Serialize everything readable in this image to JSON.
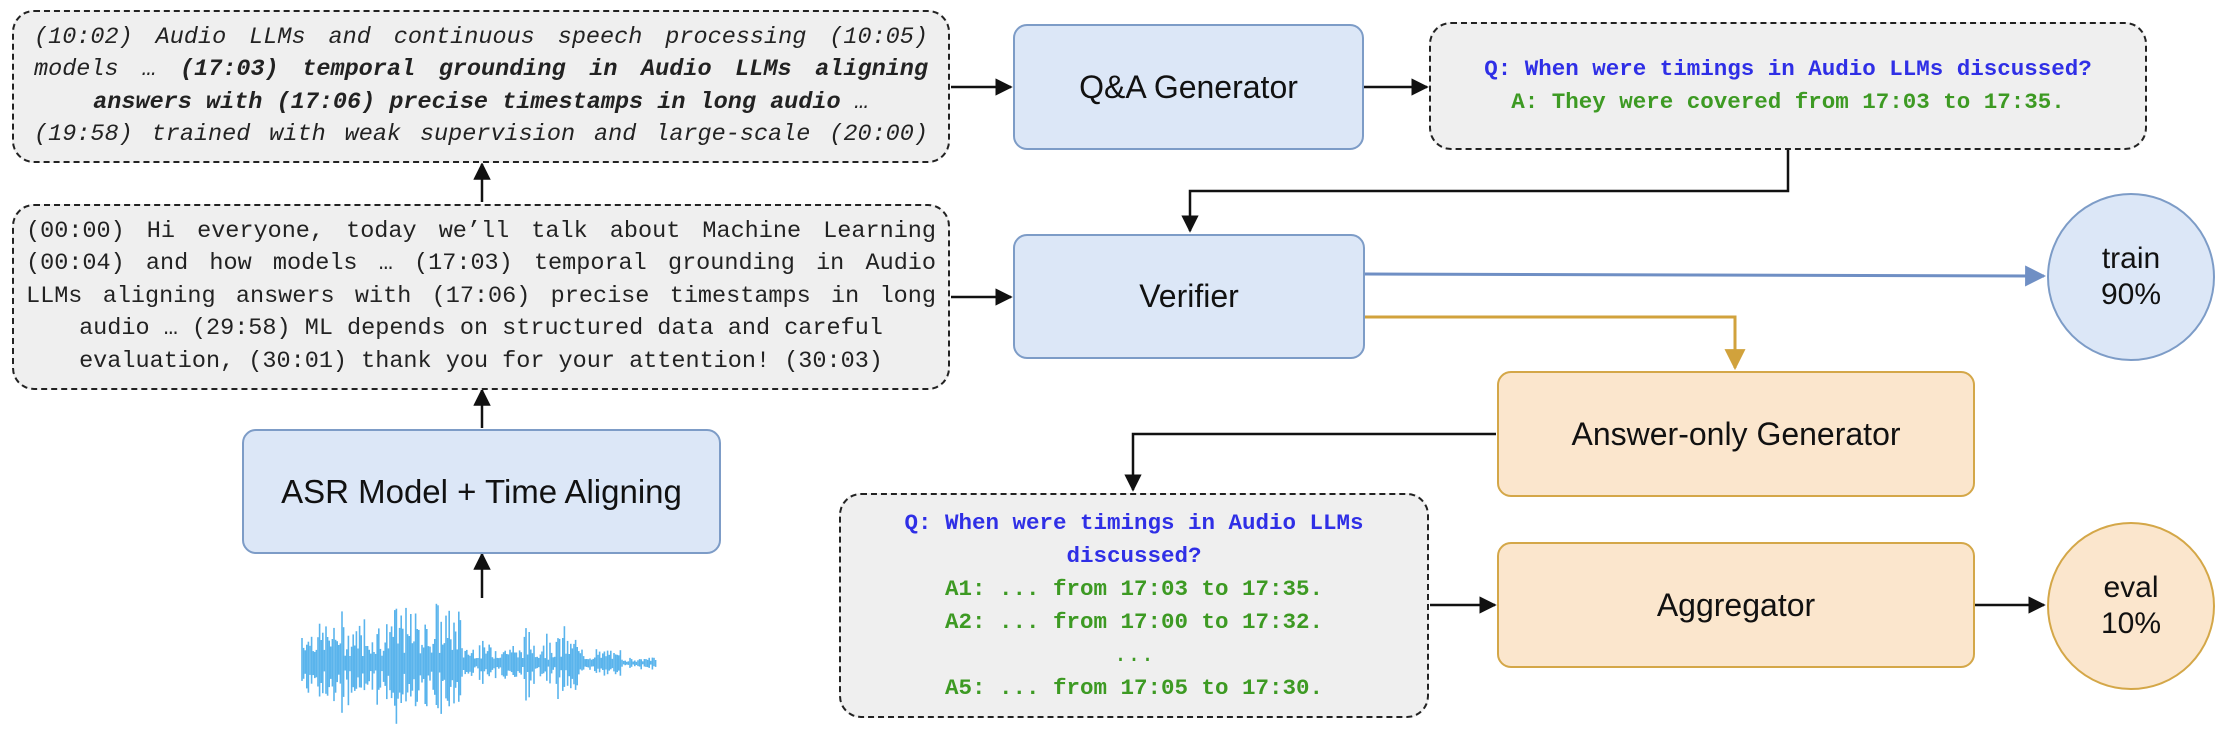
{
  "transcript_excerpt": {
    "line1": "(10:02) Audio LLMs and continuous speech processing (10:05)",
    "line2_normal": "models … ",
    "line2_bold": "(17:03) temporal grounding in Audio LLMs aligning",
    "line3_bold": "answers with (17:06) precise timestamps in long audio",
    "line3_tail": " …",
    "line4": "(19:58) trained with weak supervision and large-scale (20:00)"
  },
  "transcript_full": {
    "line1": "(00:00) Hi everyone, today we’ll talk about Machine Learning",
    "line2": "(00:04) and how models … (17:03) temporal grounding in Audio",
    "line3": "LLMs aligning answers with (17:06) precise timestamps in long",
    "line4": "audio … (29:58) ML depends on structured data and careful",
    "line5": "evaluation, (30:01) thank you for your attention! (30:03)"
  },
  "nodes": {
    "asr": "ASR Model + Time Aligning",
    "qa_generator": "Q&A Generator",
    "verifier": "Verifier",
    "answer_only": "Answer-only Generator",
    "aggregator": "Aggregator"
  },
  "qa_output": {
    "question": "Q: When were timings in Audio LLMs discussed?",
    "answer": "A: They were covered from 17:03 to 17:35."
  },
  "multi_answer": {
    "question_line1": "Q: When were timings in Audio LLMs",
    "question_line2": "discussed?",
    "a1": "A1: ... from 17:03 to 17:35.",
    "a2": "A2: ... from 17:00 to 17:32.",
    "ellipsis": "...",
    "a5": "A5: ... from 17:05 to 17:30."
  },
  "splits": {
    "train_label": "train",
    "train_pct": "90%",
    "eval_label": "eval",
    "eval_pct": "10%"
  },
  "colors": {
    "blue_fill": "#dce7f7",
    "orange_fill": "#fbe6cd",
    "question_blue": "#2f2fe6",
    "answer_green": "#3d9a23",
    "waveform": "#5ab4ec"
  }
}
